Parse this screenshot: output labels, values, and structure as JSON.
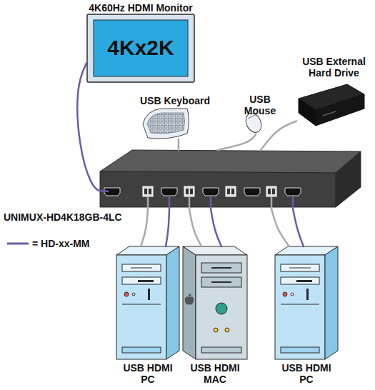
{
  "diagram": {
    "nodes": [
      {
        "text": [
          "4K60Hz HDMI Monitor",
          "4Kx2K"
        ]
      },
      {
        "text": [
          "USB External Hard Drive"
        ]
      },
      {
        "text": [
          "USB Keyboard"
        ]
      },
      {
        "text": [
          "USB Mouse"
        ]
      },
      {
        "text": [
          "UNIMUX-HD4K18GB-4LC"
        ]
      },
      {
        "text": [
          "USB HDMI PC"
        ]
      },
      {
        "text": [
          "USB HDMI MAC"
        ]
      },
      {
        "text": [
          "USB HDMI PC"
        ]
      }
    ],
    "edges": [
      {
        "from": 0,
        "to": 4,
        "arrow": "none"
      },
      {
        "from": 2,
        "to": 4,
        "arrow": "none"
      },
      {
        "from": 3,
        "to": 4,
        "arrow": "none"
      },
      {
        "from": 1,
        "to": 4,
        "arrow": "none"
      },
      {
        "from": 4,
        "to": 5,
        "arrow": "none"
      },
      {
        "from": 4,
        "to": 5,
        "arrow": "none"
      },
      {
        "from": 4,
        "to": 6,
        "arrow": "none"
      },
      {
        "from": 4,
        "to": 6,
        "arrow": "none"
      },
      {
        "from": 4,
        "to": 7,
        "arrow": "none"
      },
      {
        "from": 4,
        "to": 7,
        "arrow": "none"
      }
    ],
    "legend": [
      {
        "text": "= HD-xx-MM"
      }
    ]
  }
}
